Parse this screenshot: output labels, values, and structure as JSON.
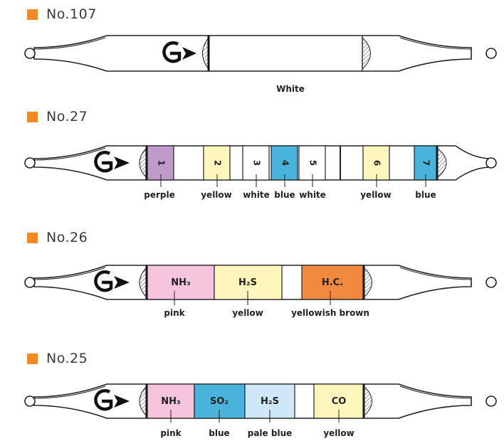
{
  "colors": {
    "accent": "#f08a24",
    "perple": "#c09ac8",
    "yellow": "#fff6bd",
    "white": "#ffffff",
    "blue": "#4ab3dc",
    "blue_dark": "#8d98cf",
    "pink": "#f6c4dc",
    "orange": "#f18a3f",
    "pale_blue": "#cfe8f7"
  },
  "tubes": [
    {
      "title": "No.107",
      "labels": [
        "White"
      ]
    },
    {
      "title": "No.27",
      "segment_texts": [
        "1",
        "2",
        "3",
        "4",
        "5",
        "6",
        "7"
      ],
      "labels": [
        "perple",
        "yellow",
        "white",
        "blue",
        "white",
        "yellow",
        "blue"
      ]
    },
    {
      "title": "No.26",
      "segment_texts": [
        "NH₃",
        "H₂S",
        "H.C."
      ],
      "labels": [
        "pink",
        "yellow",
        "yellowish brown"
      ]
    },
    {
      "title": "No.25",
      "segment_texts": [
        "NH₃",
        "SO₂",
        "H₂S",
        "CO"
      ],
      "labels": [
        "pink",
        "blue",
        "pale blue",
        "yellow"
      ]
    }
  ]
}
